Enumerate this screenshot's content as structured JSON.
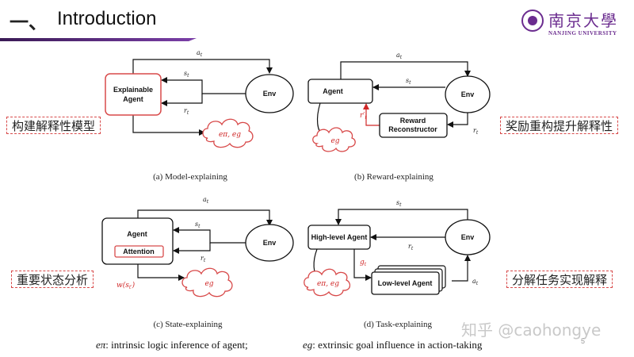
{
  "header": {
    "dash": "一、",
    "title": "Introduction",
    "logo_cn": "南京大學",
    "logo_en": "NANJING UNIVERSITY"
  },
  "callouts": {
    "model_explaining": "构建解释性模型",
    "reward_explaining": "奖励重构提升解释性",
    "state_explaining": "重要状态分析",
    "task_explaining": "分解任务实现解释"
  },
  "panels": {
    "a": {
      "caption": "(a) Model-explaining",
      "agent": [
        "Explainable",
        "Agent"
      ],
      "env": "Env",
      "labels": {
        "action": "a",
        "state": "s",
        "reward": "r"
      },
      "cloud": "eπ, eg"
    },
    "b": {
      "caption": "(b) Reward-explaining",
      "agent": "Agent",
      "env": "Env",
      "reconstructor": [
        "Reward",
        "Reconstructor"
      ],
      "labels": {
        "action": "a",
        "state": "s",
        "reward": "r",
        "reward_prime": "r′"
      },
      "cloud": "eg"
    },
    "c": {
      "caption": "(c) State-explaining",
      "agent": "Agent",
      "attention": "Attention",
      "env": "Env",
      "labels": {
        "action": "a",
        "state": "s",
        "reward": "r",
        "weight": "w(s"
      },
      "cloud": "eg"
    },
    "d": {
      "caption": "(d) Task-explaining",
      "high_level": "High-level Agent",
      "low_level": "Low-level Agent",
      "env": "Env",
      "labels": {
        "state": "s",
        "reward": "r",
        "action": "a",
        "goal": "g"
      },
      "cloud": "eπ, eg"
    }
  },
  "legend": {
    "left_symbol": "eπ",
    "left_text": ": intrinsic logic inference of agent;",
    "right_symbol": "eg",
    "right_text": ": extrinsic goal influence in action-taking"
  },
  "watermark": "知乎 @caohongye",
  "page_number": "5",
  "colors": {
    "accent": "#6b2c8f",
    "red": "#d84a4a",
    "ink": "#111111"
  }
}
